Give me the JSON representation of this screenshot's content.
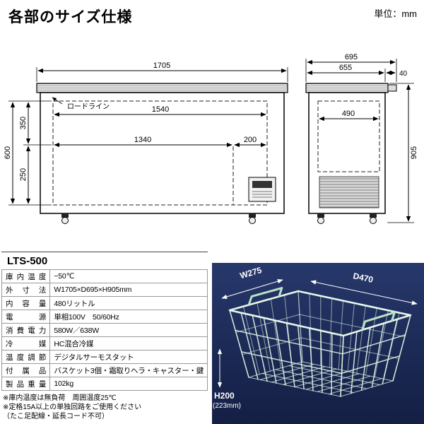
{
  "header": {
    "title": "各部のサイズ仕様",
    "unit": "単位：mm"
  },
  "front_view": {
    "width_overall": "1705",
    "load_line": "ロードライン",
    "width_inner_top": "1540",
    "width_inner": "1340",
    "width_right": "200",
    "height_upper": "350",
    "height_lower": "250",
    "height_inner": "600"
  },
  "side_view": {
    "depth_overall": "695",
    "depth_body": "655",
    "depth_back": "40",
    "depth_inner": "490",
    "height_overall": "905"
  },
  "spec": {
    "model": "LTS-500",
    "rows": [
      {
        "label": "庫内温度",
        "value": "−50℃"
      },
      {
        "label": "外寸法",
        "value": "W1705×D695×H905mm"
      },
      {
        "label": "内容量",
        "value": "480リットル"
      },
      {
        "label": "電源",
        "value": "単相100V　50/60Hz"
      },
      {
        "label": "消費電力",
        "value": "580W／638W"
      },
      {
        "label": "冷媒",
        "value": "HC混合冷媒"
      },
      {
        "label": "温度調節",
        "value": "デジタルサーモスタット"
      },
      {
        "label": "付属品",
        "value": "バスケット3個・霜取りヘラ・キャスター・鍵"
      },
      {
        "label": "製品重量",
        "value": "102kg"
      }
    ],
    "notes": [
      "※庫内温度は無負荷　周囲温度25℃",
      "※定格15A以上の単独回路をご使用ください",
      "（たこ足配線・延長コード不可）"
    ]
  },
  "basket": {
    "width": "W275",
    "depth": "D470",
    "height": "H200",
    "height_sub": "(223mm)"
  }
}
